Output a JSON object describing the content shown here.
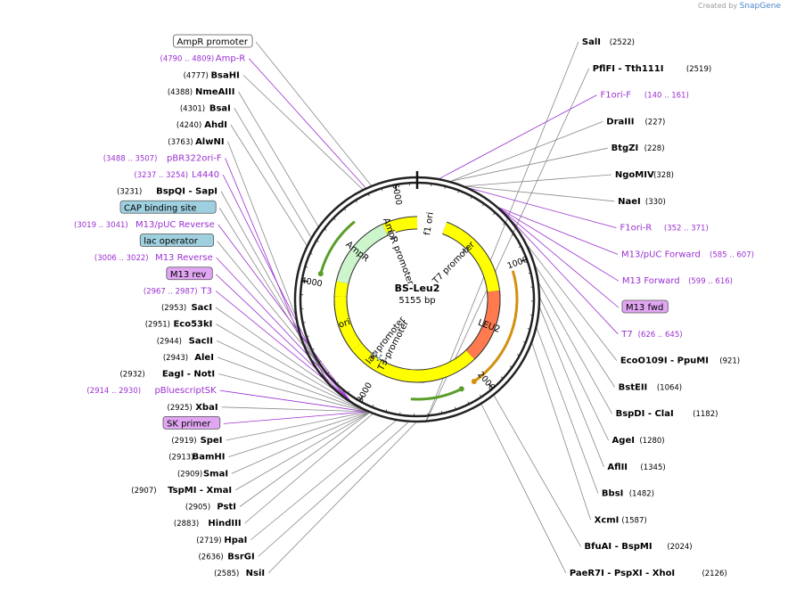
{
  "credit": {
    "text": "Created by",
    "brand": "SnapGene"
  },
  "plasmid": {
    "name": "BS-Leu2",
    "size_label": "5155 bp",
    "length": 5155
  },
  "ticks": [
    "1000",
    "2000",
    "3000",
    "4000",
    "5000"
  ],
  "features": [
    {
      "name": "f1 ori",
      "start": 5155,
      "end": 300,
      "color": "#ffff00"
    },
    {
      "name": "AmpR",
      "start": 4800,
      "end": 4050,
      "color": "#ccf5cc"
    },
    {
      "name": "AmpR promoter",
      "start": 4900,
      "end": 4810,
      "color": "#ffffff"
    },
    {
      "name": "ori",
      "start": 3900,
      "end": 3320,
      "color": "#ffff00"
    },
    {
      "name": "LEU2",
      "start": 1200,
      "end": 1950,
      "color": "#ff7a4f"
    },
    {
      "name": "T7 promoter",
      "start": 626,
      "end": 645,
      "color": "#bbbbbb"
    },
    {
      "name": "T3 promoter",
      "start": 2967,
      "end": 2987,
      "color": "#bbbbbb"
    },
    {
      "name": "lac promoter",
      "start": 3100,
      "end": 3150,
      "color": "#bbbbbb"
    },
    {
      "name": "lac operator",
      "start": 3040,
      "end": 3060,
      "color": "#a0d0dc"
    }
  ],
  "arcs": [
    {
      "kind": "green",
      "start": 4600,
      "end": 4080,
      "color": "#5a9e2a"
    },
    {
      "kind": "green",
      "start": 2630,
      "end": 2200,
      "color": "#5a9e2a"
    },
    {
      "kind": "orange",
      "start": 1050,
      "end": 2080,
      "color": "#d4900e"
    }
  ],
  "labels": [
    {
      "text": "AmpR promoter",
      "pos": "",
      "type": "boxed_white",
      "side": "left",
      "target": 4840
    },
    {
      "text": "Amp-R",
      "pos": "(4790 .. 4809)",
      "type": "purple",
      "side": "left",
      "target": 4800
    },
    {
      "text": "BsaHI",
      "pos": "(4777)",
      "type": "enzyme",
      "side": "left",
      "target": 4777
    },
    {
      "text": "NmeAIII",
      "pos": "(4388)",
      "type": "enzyme",
      "side": "left",
      "target": 4388
    },
    {
      "text": "BsaI",
      "pos": "(4301)",
      "type": "enzyme",
      "side": "left",
      "target": 4301
    },
    {
      "text": "AhdI",
      "pos": "(4240)",
      "type": "enzyme",
      "side": "left",
      "target": 4240
    },
    {
      "text": "AlwNI",
      "pos": "(3763)",
      "type": "enzyme",
      "side": "left",
      "target": 3763
    },
    {
      "text": "pBR322ori-F",
      "pos": "(3488 .. 3507)",
      "type": "purple",
      "side": "left",
      "target": 3497
    },
    {
      "text": "L4440",
      "pos": "(3237 .. 3254)",
      "type": "purple",
      "side": "left",
      "target": 3245
    },
    {
      "text": "BspQI  - SapI",
      "pos": "(3231)",
      "type": "enzyme",
      "side": "left",
      "target": 3231
    },
    {
      "text": "CAP binding site",
      "pos": "",
      "type": "boxed_cyan",
      "side": "left",
      "target": 3200
    },
    {
      "text": "M13/pUC Reverse",
      "pos": "(3019 .. 3041)",
      "type": "purple",
      "side": "left",
      "target": 3030
    },
    {
      "text": "lac operator",
      "pos": "",
      "type": "boxed_cyan",
      "side": "left",
      "target": 3050
    },
    {
      "text": "M13 Reverse",
      "pos": "(3006 .. 3022)",
      "type": "purple",
      "side": "left",
      "target": 3014
    },
    {
      "text": "M13 rev",
      "pos": "",
      "type": "boxed_purple",
      "side": "left",
      "target": 3010
    },
    {
      "text": "T3",
      "pos": "(2967 .. 2987)",
      "type": "purple",
      "side": "left",
      "target": 2977
    },
    {
      "text": "SacI",
      "pos": "(2953)",
      "type": "enzyme",
      "side": "left",
      "target": 2953
    },
    {
      "text": "Eco53kI",
      "pos": "(2951)",
      "type": "enzyme",
      "side": "left",
      "target": 2951
    },
    {
      "text": "SacII",
      "pos": "(2944)",
      "type": "enzyme",
      "side": "left",
      "target": 2944
    },
    {
      "text": "AleI",
      "pos": "(2943)",
      "type": "enzyme",
      "side": "left",
      "target": 2943
    },
    {
      "text": "EagI  - NotI",
      "pos": "(2932)",
      "type": "enzyme",
      "side": "left",
      "target": 2932
    },
    {
      "text": "pBluescriptSK",
      "pos": "(2914 .. 2930)",
      "type": "purple",
      "side": "left",
      "target": 2922
    },
    {
      "text": "XbaI",
      "pos": "(2925)",
      "type": "enzyme",
      "side": "left",
      "target": 2925
    },
    {
      "text": "SK primer",
      "pos": "",
      "type": "boxed_purple",
      "side": "left",
      "target": 2922
    },
    {
      "text": "SpeI",
      "pos": "(2919)",
      "type": "enzyme",
      "side": "left",
      "target": 2919
    },
    {
      "text": "BamHI",
      "pos": "(2913)",
      "type": "enzyme",
      "side": "left",
      "target": 2913
    },
    {
      "text": "SmaI",
      "pos": "(2909)",
      "type": "enzyme",
      "side": "left",
      "target": 2909
    },
    {
      "text": "TspMI  - XmaI",
      "pos": "(2907)",
      "type": "enzyme",
      "side": "left",
      "target": 2907
    },
    {
      "text": "PstI",
      "pos": "(2905)",
      "type": "enzyme",
      "side": "left",
      "target": 2905
    },
    {
      "text": "HindIII",
      "pos": "(2883)",
      "type": "enzyme",
      "side": "left",
      "target": 2883
    },
    {
      "text": "HpaI",
      "pos": "(2719)",
      "type": "enzyme",
      "side": "left",
      "target": 2719
    },
    {
      "text": "BsrGI",
      "pos": "(2636)",
      "type": "enzyme",
      "side": "left",
      "target": 2636
    },
    {
      "text": "NsiI",
      "pos": "(2585)",
      "type": "enzyme",
      "side": "left",
      "target": 2585
    },
    {
      "text": "SalI",
      "pos": "(2522)",
      "type": "enzyme",
      "side": "right",
      "target": 2522
    },
    {
      "text": "PflFI  - Tth111I",
      "pos": "(2519)",
      "type": "enzyme",
      "side": "right",
      "target": 2519
    },
    {
      "text": "F1ori-F",
      "pos": "(140 .. 161)",
      "type": "purple",
      "side": "right",
      "target": 150
    },
    {
      "text": "DraIII",
      "pos": "(227)",
      "type": "enzyme",
      "side": "right",
      "target": 227
    },
    {
      "text": "BtgZI",
      "pos": "(228)",
      "type": "enzyme",
      "side": "right",
      "target": 228
    },
    {
      "text": "NgoMIV",
      "pos": "(328)",
      "type": "enzyme",
      "side": "right",
      "target": 328
    },
    {
      "text": "NaeI",
      "pos": "(330)",
      "type": "enzyme",
      "side": "right",
      "target": 330
    },
    {
      "text": "F1ori-R",
      "pos": "(352 .. 371)",
      "type": "purple",
      "side": "right",
      "target": 361
    },
    {
      "text": "M13/pUC Forward",
      "pos": "(585 .. 607)",
      "type": "purple",
      "side": "right",
      "target": 596
    },
    {
      "text": "M13 Forward",
      "pos": "(599 .. 616)",
      "type": "purple",
      "side": "right",
      "target": 607
    },
    {
      "text": "M13 fwd",
      "pos": "",
      "type": "boxed_purple",
      "side": "right",
      "target": 608
    },
    {
      "text": "T7",
      "pos": "(626 .. 645)",
      "type": "purple",
      "side": "right",
      "target": 635
    },
    {
      "text": "EcoO109I  - PpuMI",
      "pos": "(921)",
      "type": "enzyme",
      "side": "right",
      "target": 921
    },
    {
      "text": "BstEII",
      "pos": "(1064)",
      "type": "enzyme",
      "side": "right",
      "target": 1064
    },
    {
      "text": "BspDI  - ClaI",
      "pos": "(1182)",
      "type": "enzyme",
      "side": "right",
      "target": 1182
    },
    {
      "text": "AgeI",
      "pos": "(1280)",
      "type": "enzyme",
      "side": "right",
      "target": 1280
    },
    {
      "text": "AflII",
      "pos": "(1345)",
      "type": "enzyme",
      "side": "right",
      "target": 1345
    },
    {
      "text": "BbsI",
      "pos": "(1482)",
      "type": "enzyme",
      "side": "right",
      "target": 1482
    },
    {
      "text": "XcmI",
      "pos": "(1587)",
      "type": "enzyme",
      "side": "right",
      "target": 1587
    },
    {
      "text": "BfuAI  - BspMI",
      "pos": "(2024)",
      "type": "enzyme",
      "side": "right",
      "target": 2024
    },
    {
      "text": "PaeR7I  - PspXI  - XhoI",
      "pos": "(2126)",
      "type": "enzyme",
      "side": "right",
      "target": 2126
    }
  ]
}
